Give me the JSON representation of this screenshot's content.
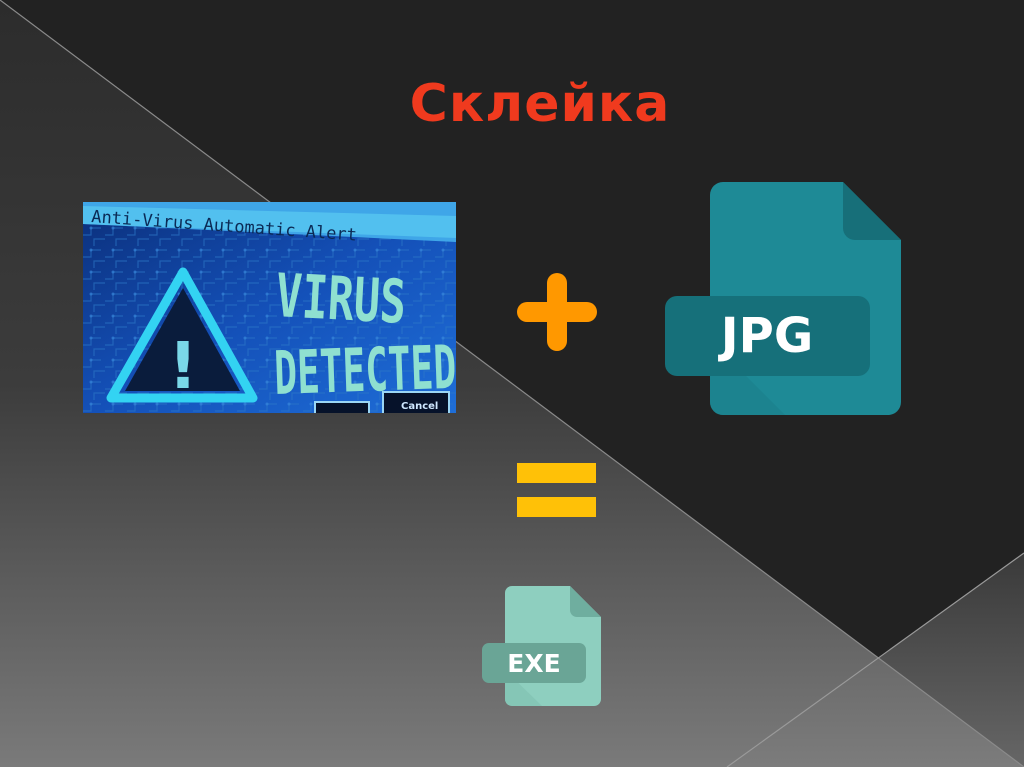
{
  "slide": {
    "title": "Склейка",
    "colors": {
      "background_dark": "#222222",
      "background_light_gradient_top": "#3a3a3a",
      "background_light_gradient_bottom": "#7a7a7a",
      "diagonal_line": "#8a8a8a",
      "title": "#f03a1e",
      "plus": "#ff9800",
      "equals": "#ffc107",
      "jpg_body": "#1e8a96",
      "jpg_label": "#16707a",
      "exe_body": "#8ecfbf",
      "exe_label": "#6aa596"
    }
  },
  "virus_image": {
    "header_text": "Anti-Virus Automatic Alert",
    "line1": "VIRUS",
    "line2": "DETECTED",
    "warning_symbol": "!",
    "button_text": "Cancel"
  },
  "operators": {
    "plus": "+",
    "equals": "="
  },
  "jpg_icon": {
    "label": "JPG"
  },
  "exe_icon": {
    "label": "EXE"
  }
}
